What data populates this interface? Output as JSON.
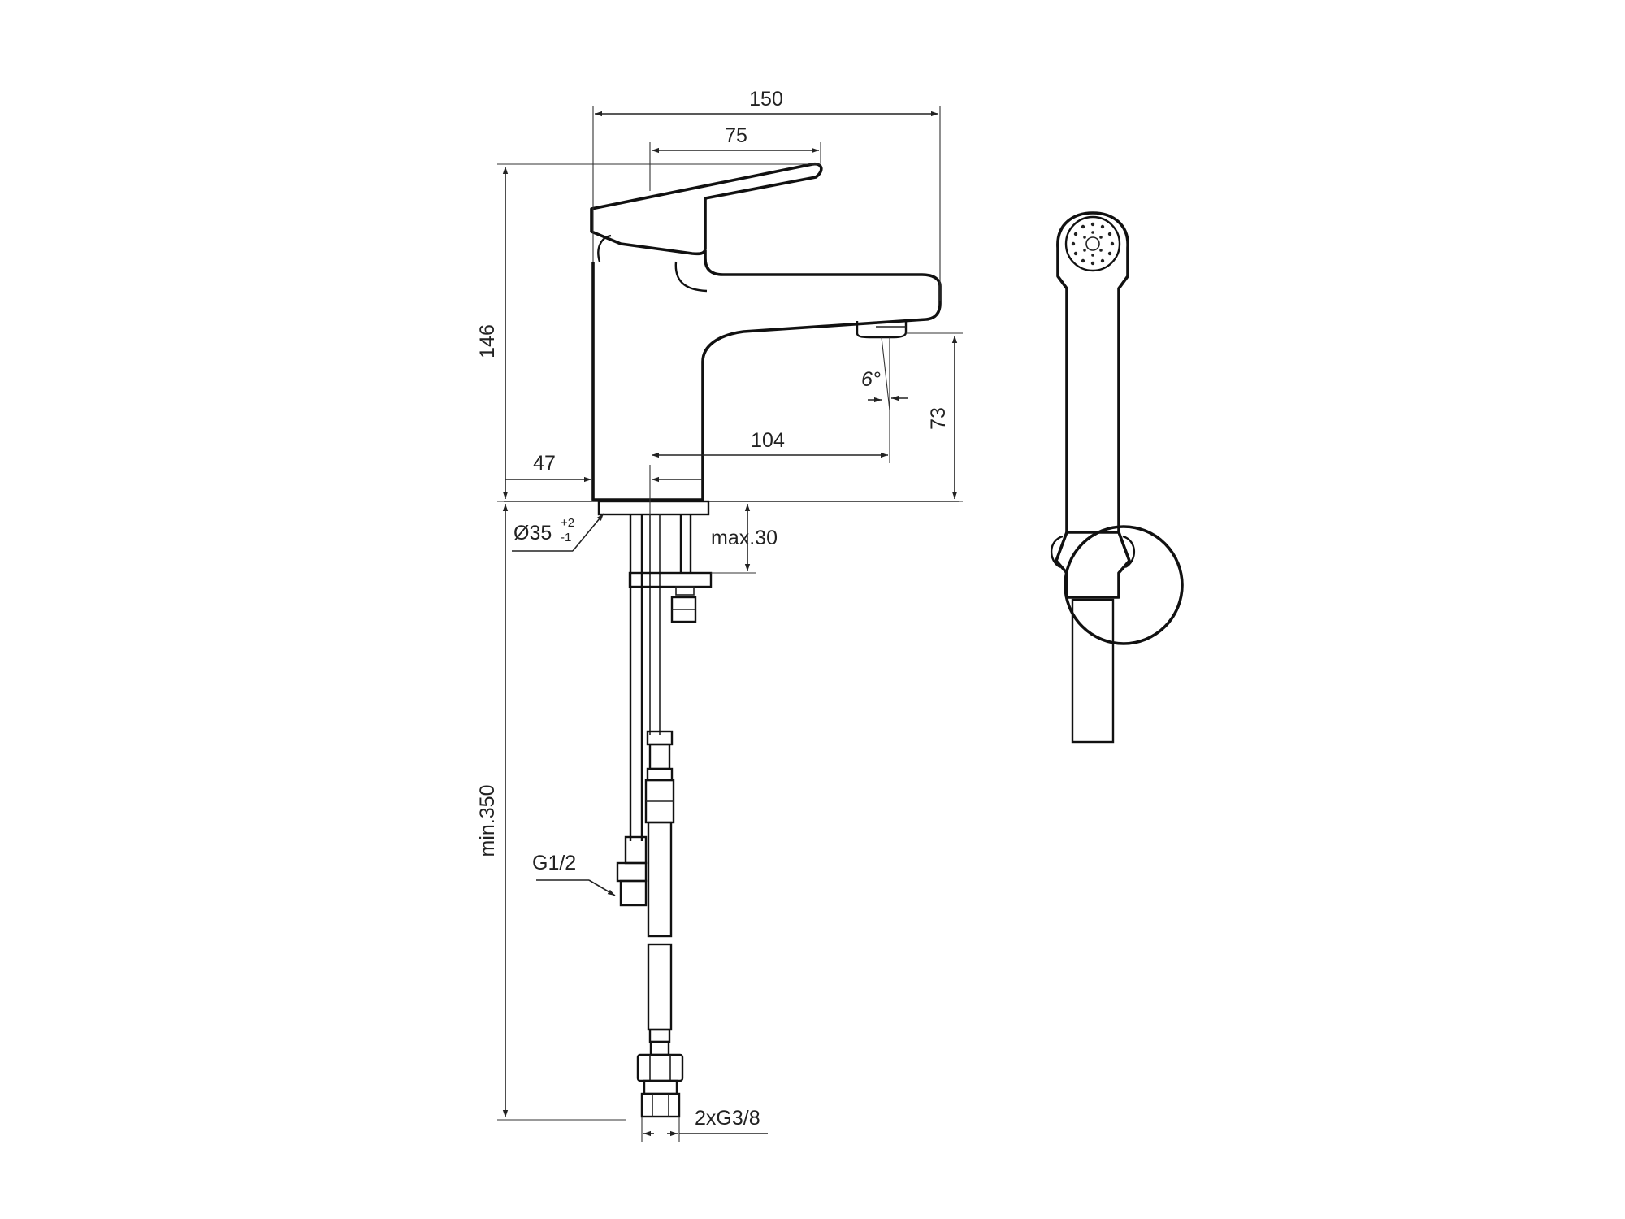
{
  "dimensions": {
    "overall_width": "150",
    "lever_reach": "75",
    "total_height": "146",
    "spout_reach": "104",
    "spout_height": "73",
    "spout_angle": "6°",
    "axis_offset": "47",
    "hole_diameter": "Ø35",
    "tolerance_plus": "+2",
    "tolerance_minus": "-1",
    "deck_thickness": "max.30",
    "hose_length": "min.350",
    "inlet_thread": "G1/2",
    "connection_thread": "2xG3/8"
  }
}
